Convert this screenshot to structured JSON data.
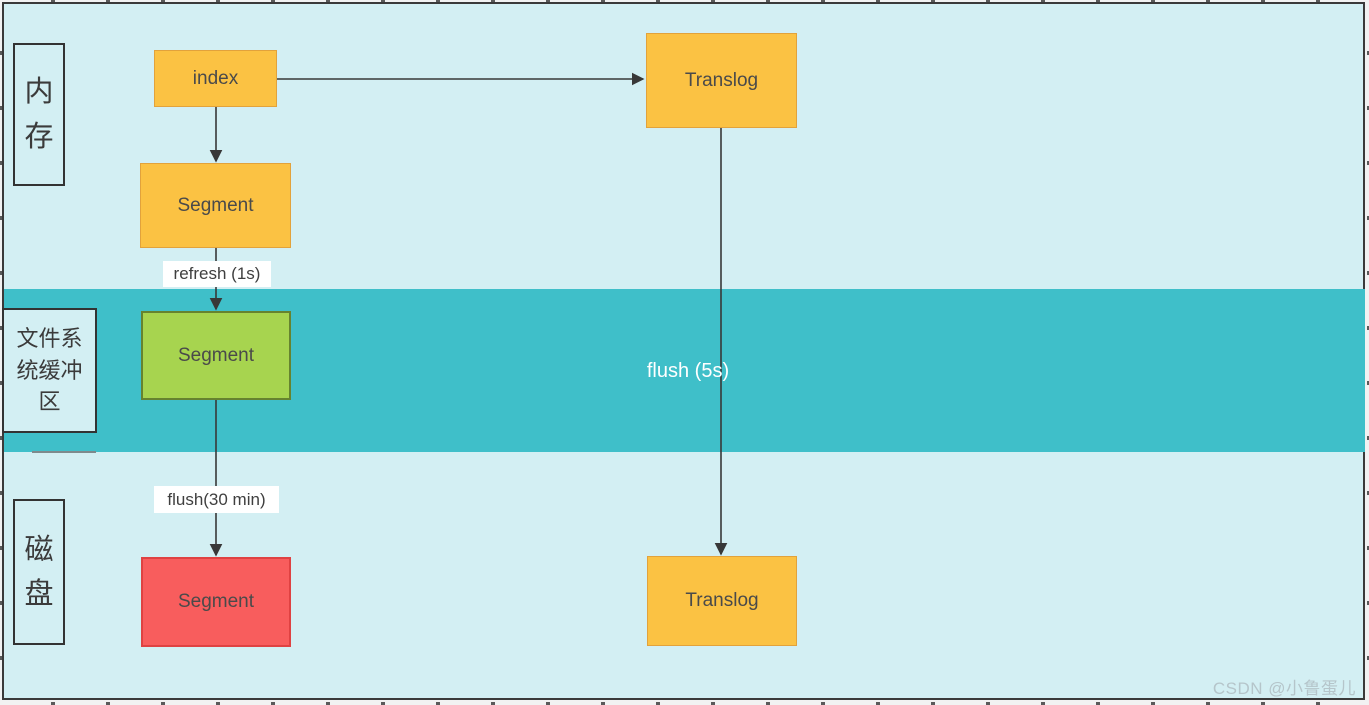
{
  "diagram": {
    "zones": [
      {
        "name": "memory",
        "label": "内存",
        "lines": [
          "内",
          "存"
        ]
      },
      {
        "name": "filesystem-cache",
        "label": "文件系统缓冲区",
        "lines": [
          "文件系",
          "统缓冲",
          "区"
        ]
      },
      {
        "name": "disk",
        "label": "磁盘",
        "lines": [
          "磁",
          "盘"
        ]
      }
    ],
    "nodes": [
      {
        "name": "index",
        "label": "index",
        "color": "orange",
        "zone": "memory"
      },
      {
        "name": "translog-memory",
        "label": "Translog",
        "color": "orange",
        "zone": "memory"
      },
      {
        "name": "segment-memory",
        "label": "Segment",
        "color": "orange",
        "zone": "memory"
      },
      {
        "name": "segment-fs-cache",
        "label": "Segment",
        "color": "green",
        "zone": "filesystem-cache"
      },
      {
        "name": "segment-disk",
        "label": "Segment",
        "color": "red",
        "zone": "disk"
      },
      {
        "name": "translog-disk",
        "label": "Translog",
        "color": "orange",
        "zone": "disk"
      }
    ],
    "edges": [
      {
        "from": "index",
        "to": "segment-memory",
        "label": ""
      },
      {
        "from": "index",
        "to": "translog-memory",
        "label": ""
      },
      {
        "from": "segment-memory",
        "to": "segment-fs-cache",
        "label": "refresh (1s)"
      },
      {
        "from": "segment-fs-cache",
        "to": "segment-disk",
        "label": "flush(30 min)"
      },
      {
        "from": "translog-memory",
        "to": "translog-disk",
        "label": "flush (5s)"
      }
    ],
    "watermark": "CSDN @小鲁蛋儿"
  },
  "colors": {
    "canvas_background": "#d3eff3",
    "band_teal": "#3fbfc9",
    "node_orange": "#fbc243",
    "node_orange_border": "#e2a23b",
    "node_green": "#a7d44f",
    "node_green_border": "#66832f",
    "node_red": "#f85d5d",
    "node_red_border": "#df4242",
    "connector": "#383838",
    "frame_border": "#3a3a3a",
    "text": "#4a4a4a",
    "watermark": "#b5c5ca"
  }
}
